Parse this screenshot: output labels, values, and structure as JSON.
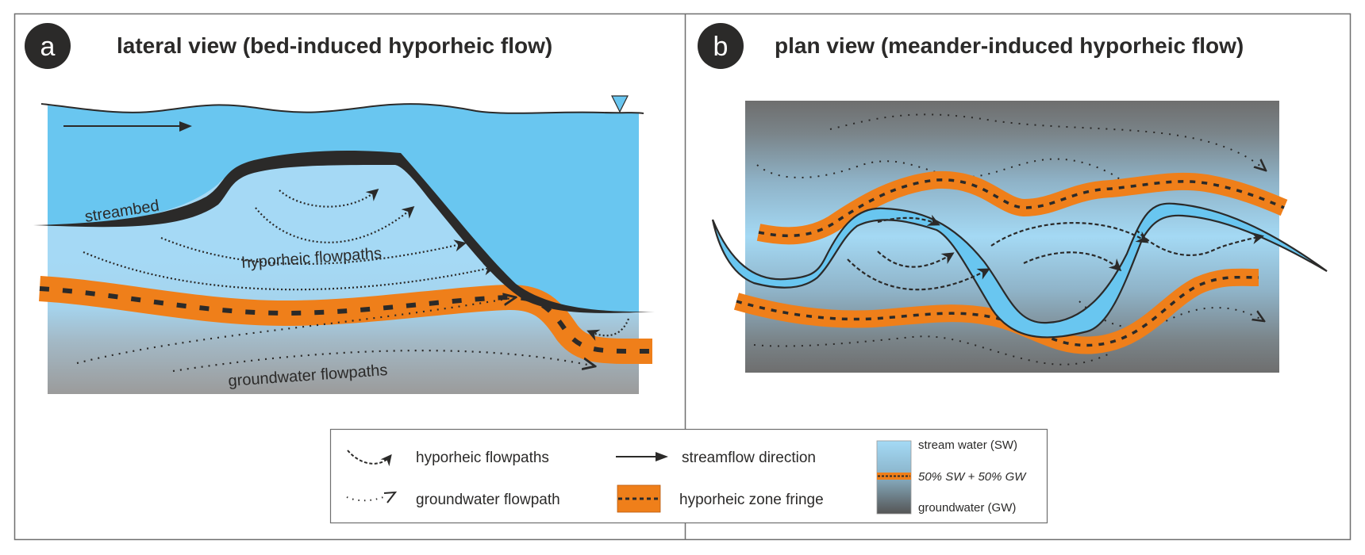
{
  "figure": {
    "panel_a": {
      "badge": "a",
      "title": "lateral view (bed-induced hyporheic flow)",
      "labels": {
        "streambed": "streambed",
        "hyporheic": "hyporheic flowpaths",
        "groundwater": "groundwater flowpaths"
      }
    },
    "panel_b": {
      "badge": "b",
      "title": "plan view (meander-induced hyporheic flow)"
    },
    "legend": {
      "hyporheic_flowpaths": "hyporheic flowpaths",
      "groundwater_flowpath": "groundwater flowpath",
      "streamflow_direction": "streamflow direction",
      "hyporheic_zone_fringe": "hyporheic zone fringe",
      "scale_top": "stream water (SW)",
      "scale_mid": "50% SW + 50% GW",
      "scale_bottom": "groundwater (GW)"
    },
    "colors": {
      "stream_water": "#69c6f0",
      "hyporheic_water": "#a5d9f5",
      "groundwater": "#9a9a9a",
      "fringe": "#ef7f1a",
      "ink": "#2b2a29"
    }
  }
}
